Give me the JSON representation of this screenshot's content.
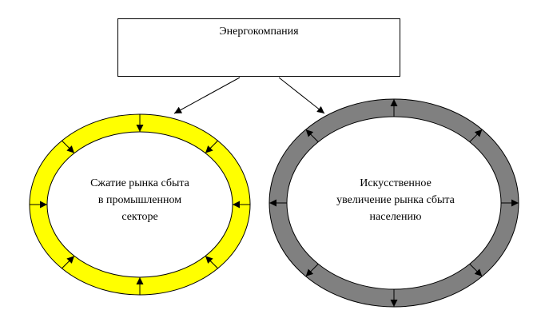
{
  "top_box": {
    "label": "Энергокомпания"
  },
  "left_ring": {
    "lines": [
      "Сжатие рынка сбыта",
      "в промышленном",
      "секторе"
    ],
    "fill": "#ffff00",
    "arrow_direction": "inward"
  },
  "right_ring": {
    "lines": [
      "Искусственное",
      "увеличение рынка сбыта",
      "населению"
    ],
    "fill": "#808080",
    "arrow_direction": "outward"
  }
}
